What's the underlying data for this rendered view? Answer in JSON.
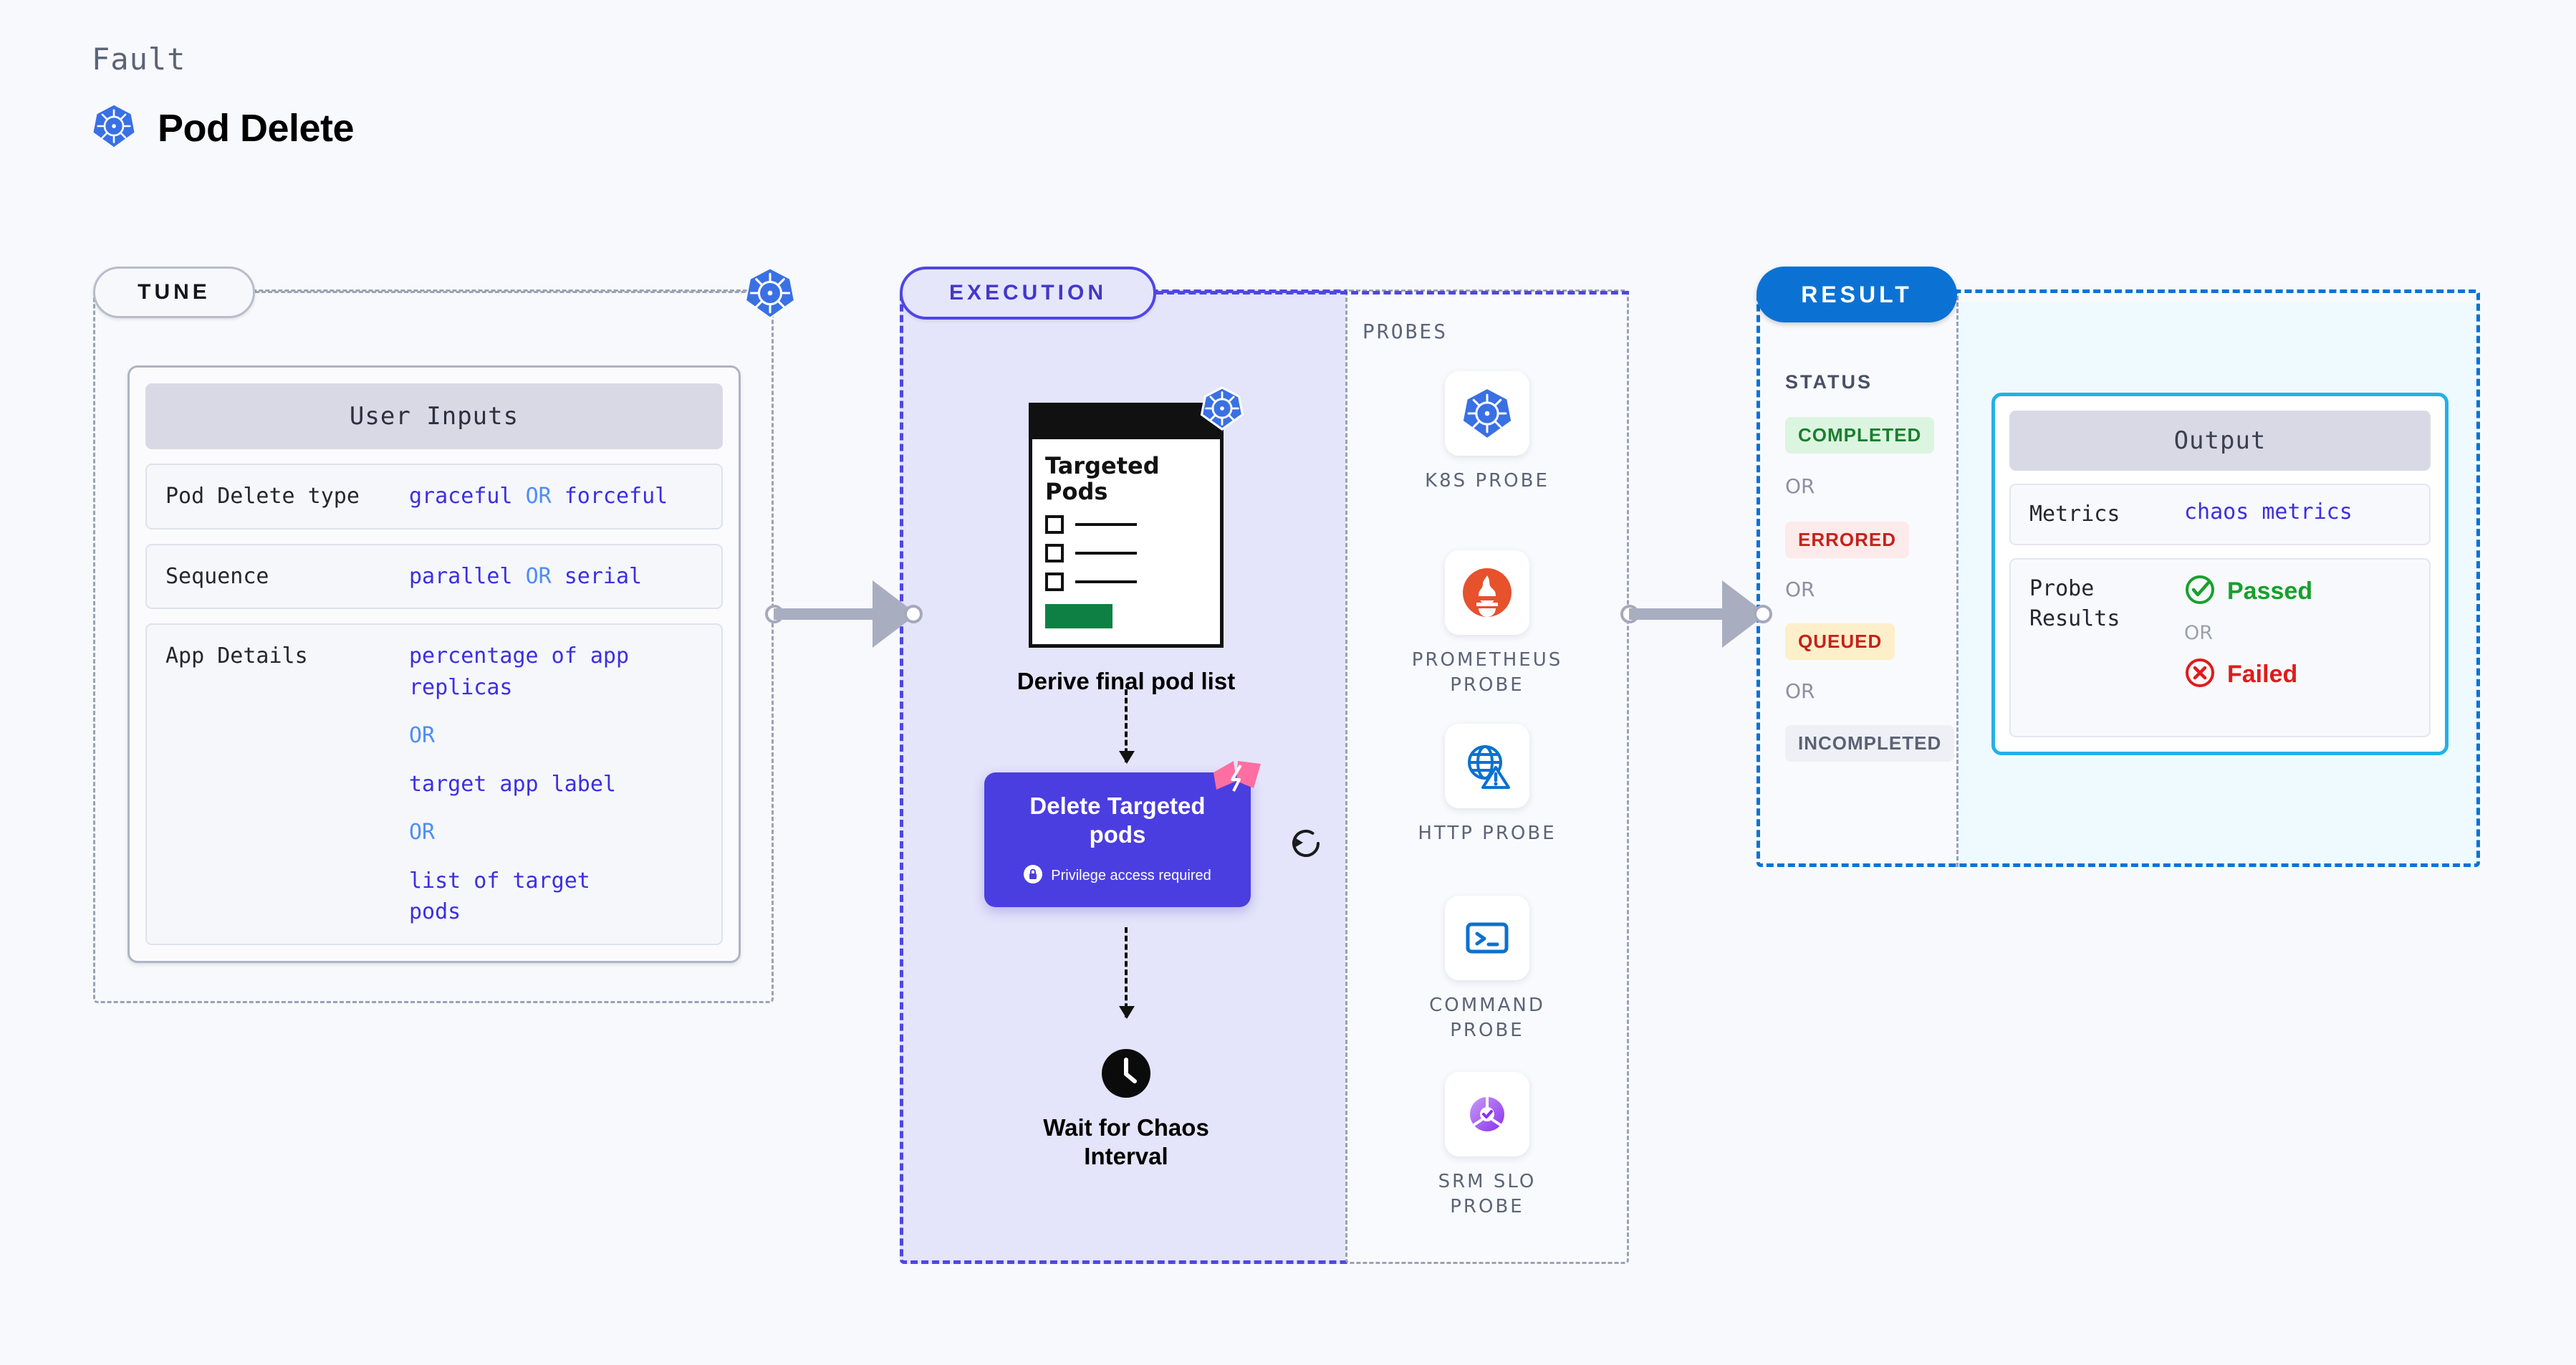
{
  "header": {
    "fault_label": "Fault",
    "fault_title": "Pod Delete",
    "icon": "kubernetes-logo"
  },
  "tune": {
    "pill_label": "TUNE",
    "corner_icon": "kubernetes-logo",
    "card": {
      "header": "User Inputs",
      "rows": [
        {
          "key": "Pod Delete type",
          "values": [
            "graceful",
            "forceful"
          ],
          "separator": "OR",
          "layout": "inline"
        },
        {
          "key": "Sequence",
          "values": [
            "parallel",
            "serial"
          ],
          "separator": "OR",
          "layout": "inline"
        },
        {
          "key": "App Details",
          "values": [
            "percentage of app replicas",
            "target app label",
            "list of target pods"
          ],
          "separator": "OR",
          "layout": "stacked"
        }
      ]
    }
  },
  "execution": {
    "pill_label": "EXECUTION",
    "nodes": {
      "derive": {
        "card_title": "Targeted\nPods",
        "card_title_line1": "Targeted",
        "card_title_line2": "Pods",
        "badge_icon": "kubernetes-logo",
        "checkbox_count": 3,
        "label": "Derive final pod list"
      },
      "delete": {
        "title_line1": "Delete Targeted",
        "title_line2": "pods",
        "note": "Privilege access required",
        "note_icon": "lock-icon",
        "ribbon_icon": "chaos-bolt-icon",
        "loop_icon": "repeat-icon"
      },
      "wait": {
        "icon": "clock-icon",
        "label_line1": "Wait for Chaos",
        "label_line2": "Interval"
      }
    }
  },
  "probes": {
    "label": "PROBES",
    "items": [
      {
        "icon": "kubernetes-logo",
        "label_line1": "K8S  PROBE",
        "label_line2": ""
      },
      {
        "icon": "prometheus-flame-icon",
        "label_line1": "PROMETHEUS",
        "label_line2": "PROBE"
      },
      {
        "icon": "globe-warning-icon",
        "label_line1": "HTTP  PROBE",
        "label_line2": ""
      },
      {
        "icon": "terminal-icon",
        "label_line1": "COMMAND",
        "label_line2": "PROBE"
      },
      {
        "icon": "srm-slo-donut-icon",
        "label_line1": "SRM  SLO",
        "label_line2": "PROBE"
      }
    ]
  },
  "result": {
    "pill_label": "RESULT",
    "status_label": "STATUS",
    "separator": "OR",
    "statuses": [
      {
        "label": "COMPLETED",
        "color": "#1a7f2e",
        "bg": "#dcf5e0"
      },
      {
        "label": "ERRORED",
        "color": "#c4221c",
        "bg": "#fdeaea"
      },
      {
        "label": "QUEUED",
        "color": "#c4221c",
        "bg": "#fcefc9"
      },
      {
        "label": "INCOMPLETED",
        "color": "#5b6175",
        "bg": "#eef0f5"
      }
    ],
    "output": {
      "header": "Output",
      "metrics_key": "Metrics",
      "metrics_value": "chaos metrics",
      "probe_results_key_line1": "Probe",
      "probe_results_key_line2": "Results",
      "passed_label": "Passed",
      "passed_icon": "check-circle-icon",
      "failed_label": "Failed",
      "failed_icon": "x-circle-icon",
      "separator": "OR"
    }
  },
  "colors": {
    "brand_purple": "#4f46e5",
    "delete_card": "#4b3ee0",
    "result_blue": "#0b72d4",
    "output_border": "#23b0e8",
    "chaos_pink": "#fd6fa0",
    "value_blue": "#3c2fe0",
    "or_blue": "#4e8ef7"
  }
}
